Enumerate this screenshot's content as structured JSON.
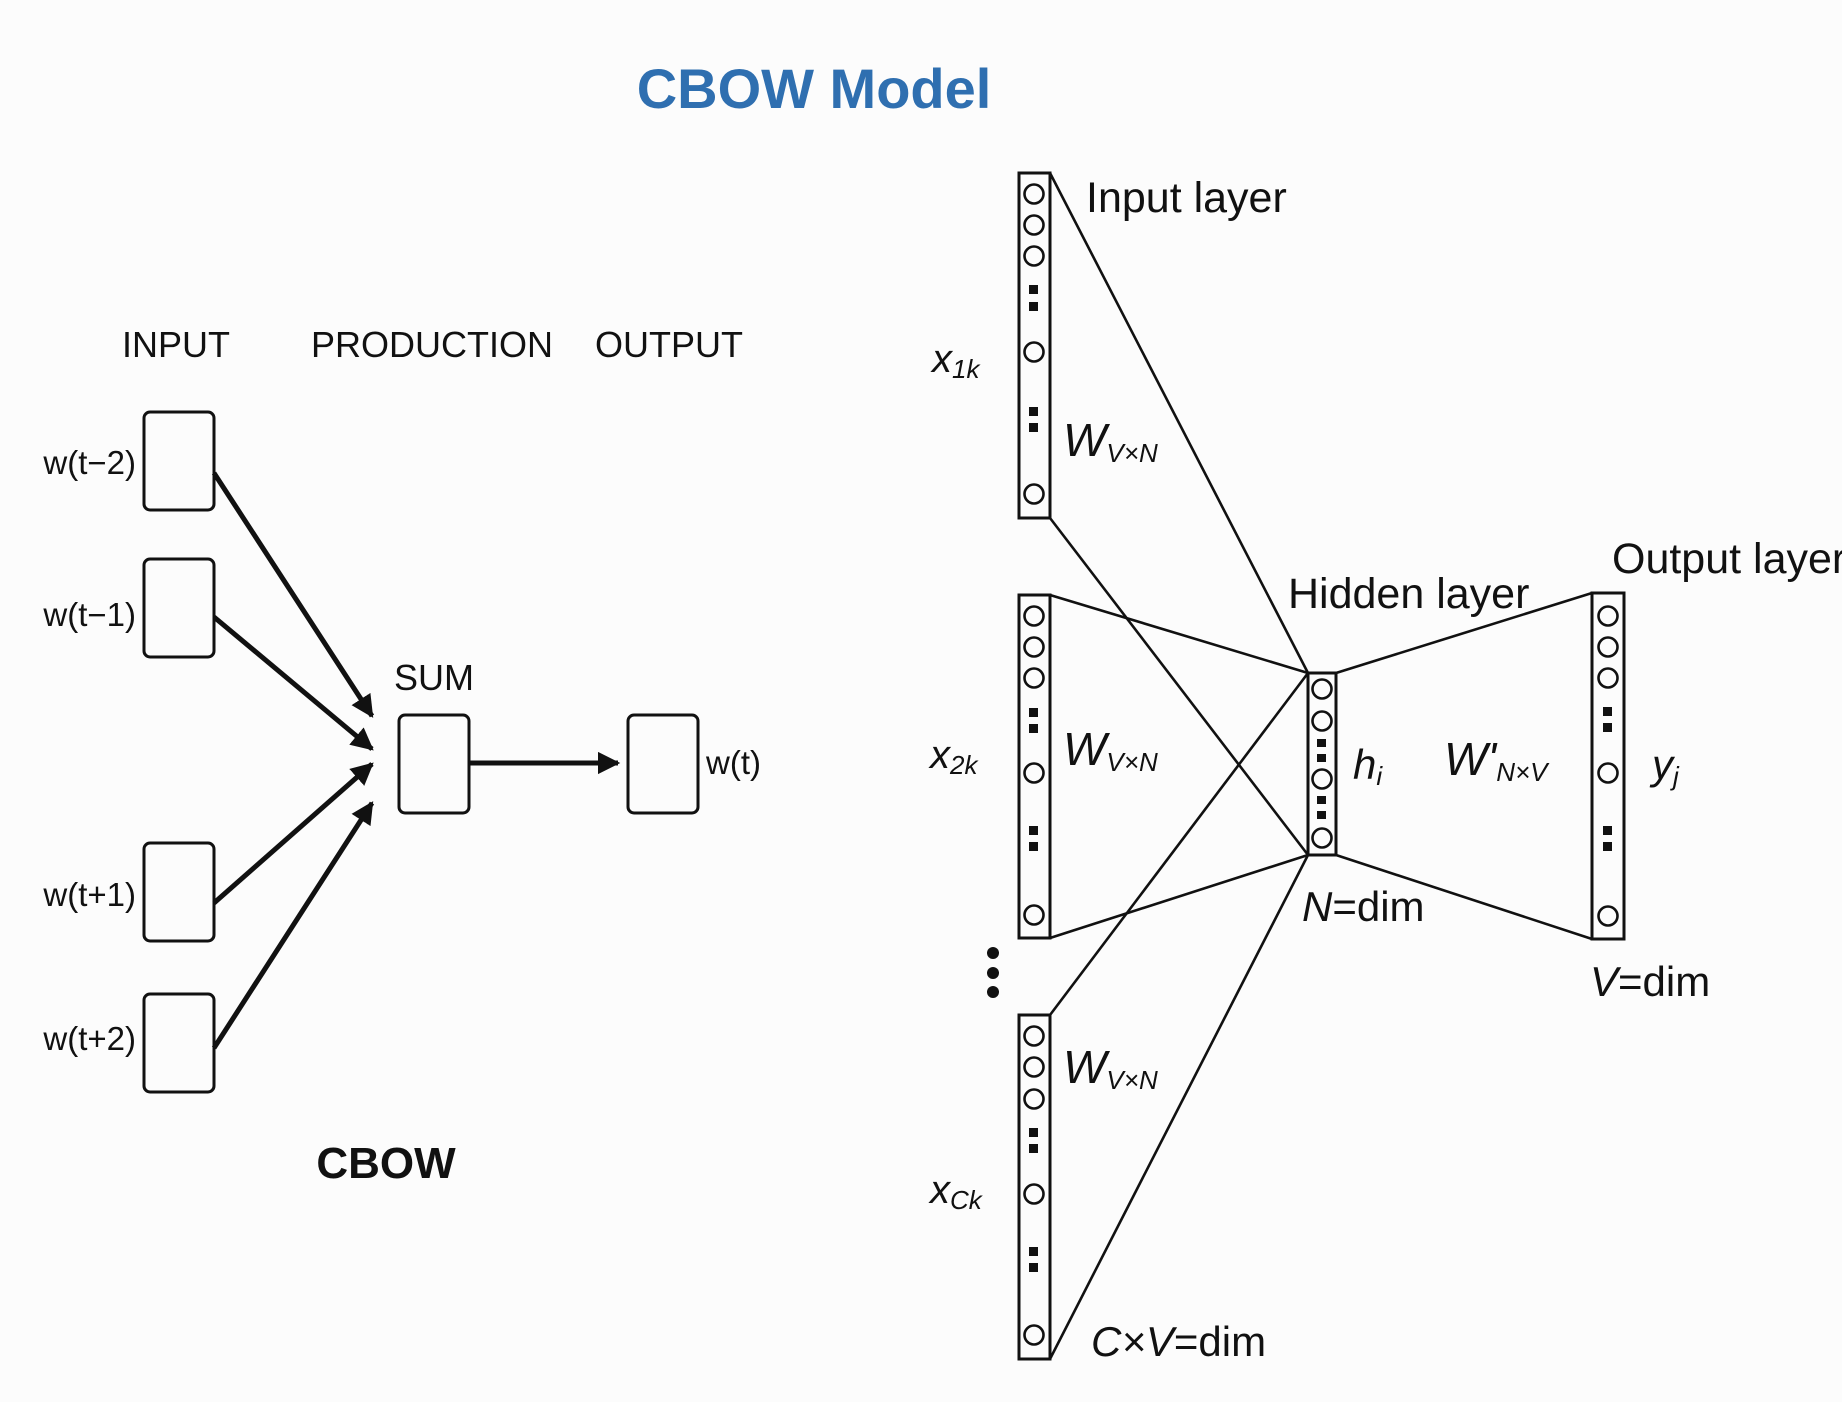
{
  "title": "CBOW Model",
  "left_diagram": {
    "headers": {
      "input": "INPUT",
      "production": "PRODUCTION",
      "output": "OUTPUT"
    },
    "inputs": [
      "w(t−2)",
      "w(t−1)",
      "w(t+1)",
      "w(t+2)"
    ],
    "sum_label": "SUM",
    "output_label": "w(t)",
    "caption": "CBOW"
  },
  "right_diagram": {
    "input_layer": "Input layer",
    "hidden_layer": "Hidden layer",
    "output_layer": "Output layer",
    "x1_main": "x",
    "x1_sub": "1k",
    "x2_main": "x",
    "x2_sub": "2k",
    "xc_main": "x",
    "xc_sub": "Ck",
    "w_main": "W",
    "w_sub": "V×N",
    "wp_main": "W'",
    "wp_sub": "N×V",
    "h_main": "h",
    "h_sub": "i",
    "y_main": "y",
    "y_sub": "j",
    "n_var": "N",
    "n_rest": "=dim",
    "v_var": "V",
    "v_rest": "=dim",
    "cv_var": "C×V",
    "cv_rest": "=dim"
  }
}
